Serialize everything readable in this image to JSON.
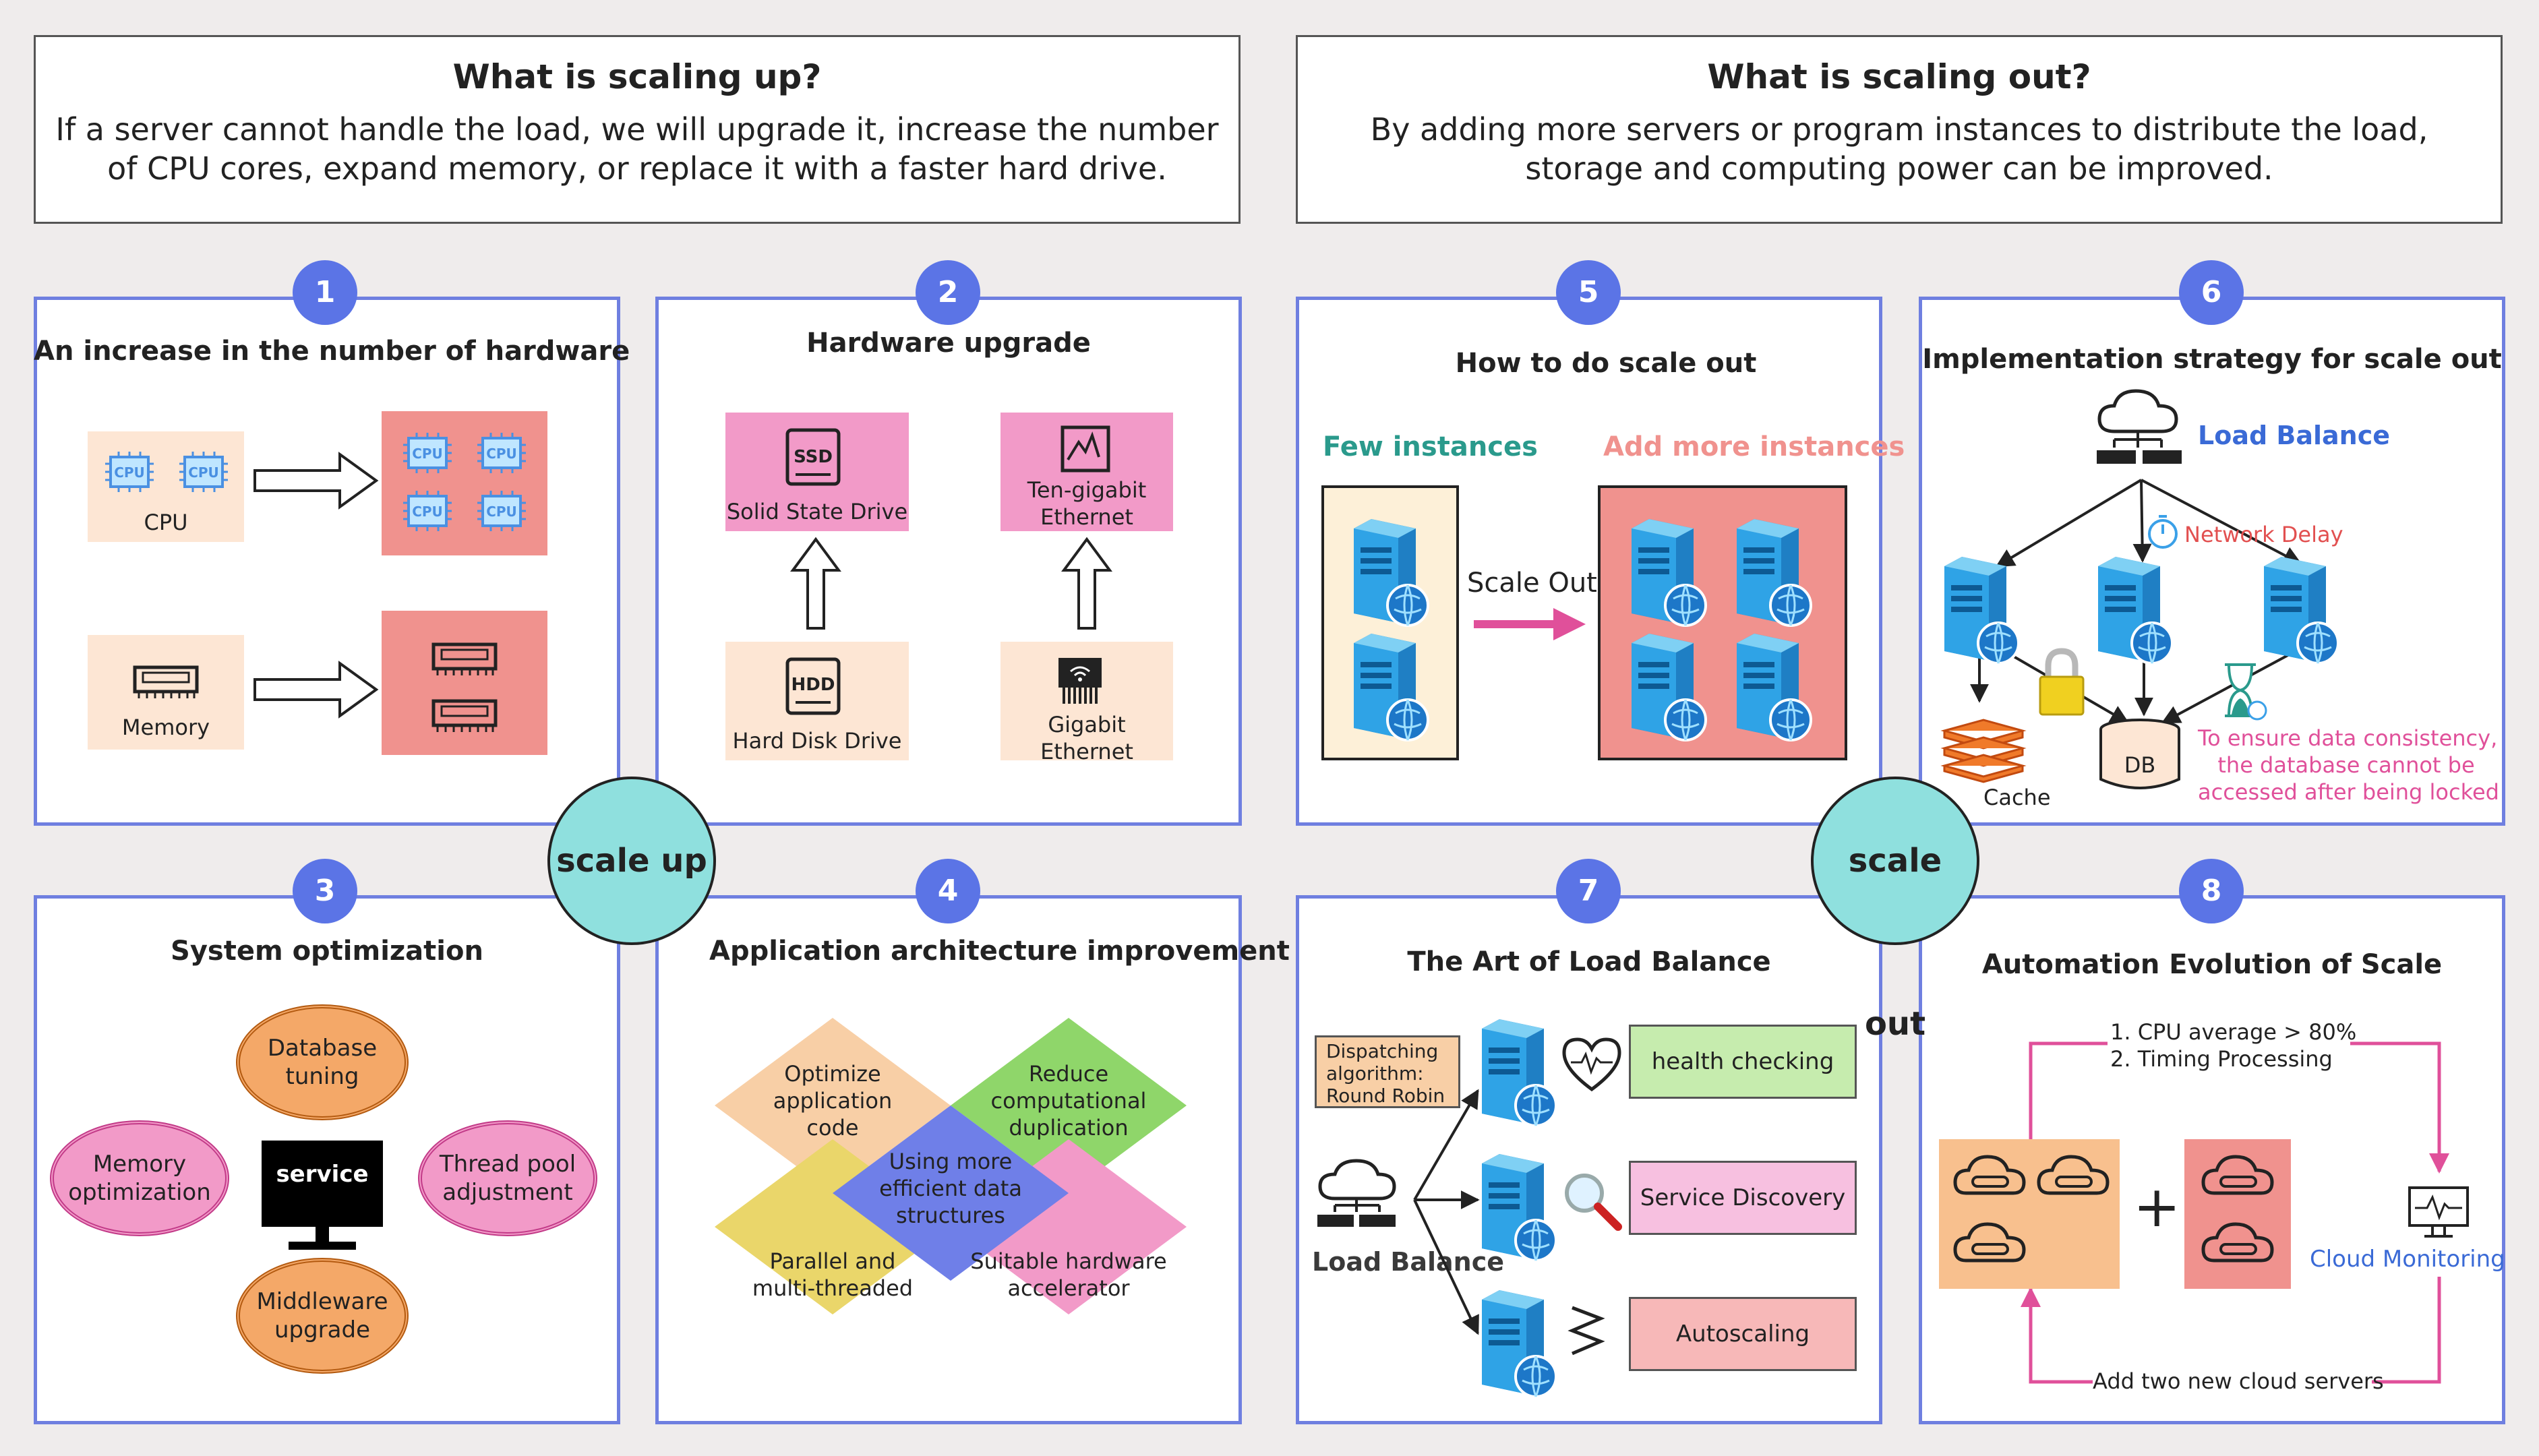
{
  "header_left": {
    "title": "What is scaling up?",
    "line1": "If a server cannot handle the load, we will upgrade it, increase the number",
    "line2": "of CPU cores, expand memory, or replace it with a faster hard drive."
  },
  "header_right": {
    "title": "What is scaling out?",
    "line1": "By adding more servers or program instances to distribute the load,",
    "line2": "storage and computing power can be improved."
  },
  "hub_up": "scale up",
  "hub_out": "scale out",
  "p1": {
    "num": "1",
    "title": "An increase in the number of hardware",
    "cpu": "CPU",
    "memory": "Memory",
    "chip": "CPU"
  },
  "p2": {
    "num": "2",
    "title": "Hardware upgrade",
    "ssd": "Solid State Drive",
    "hdd": "Hard Disk Drive",
    "ten1": "Ten-gigabit",
    "ten2": "Ethernet",
    "gig1": "Gigabit",
    "gig2": "Ethernet",
    "ssd_icon": "SSD",
    "hdd_icon": "HDD"
  },
  "p3": {
    "num": "3",
    "title": "System optimization",
    "db1": "Database",
    "db2": "tuning",
    "mem1": "Memory",
    "mem2": "optimization",
    "service": "service",
    "tp1": "Thread pool",
    "tp2": "adjustment",
    "mw1": "Middleware",
    "mw2": "upgrade"
  },
  "p4": {
    "num": "4",
    "title": "Application architecture improvement",
    "opt1": "Optimize",
    "opt2": "application",
    "opt3": "code",
    "red1": "Reduce",
    "red2": "computational",
    "red3": "duplication",
    "eff1": "Using more",
    "eff2": "efficient data",
    "eff3": "structures",
    "par1": "Parallel and",
    "par2": "multi-threaded",
    "acc1": "Suitable hardware",
    "acc2": "accelerator"
  },
  "p5": {
    "num": "5",
    "title": "How to do scale out",
    "few": "Few instances",
    "more": "Add more instances",
    "arrow": "Scale Out"
  },
  "p6": {
    "num": "6",
    "title": "Implementation strategy for scale out",
    "lb": "Load Balance",
    "delay": "Network Delay",
    "cache": "Cache",
    "db": "DB",
    "note1": "To ensure data consistency,",
    "note2": "the database cannot be",
    "note3": "accessed after being locked"
  },
  "p7": {
    "num": "7",
    "title": "The Art of Load Balance",
    "algo1": "Dispatching",
    "algo2": "algorithm:",
    "algo3": "Round Robin",
    "lb": "Load Balance",
    "hc": "health checking",
    "sd": "Service Discovery",
    "as": "Autoscaling"
  },
  "p8": {
    "num": "8",
    "title": "Automation Evolution of Scale",
    "cond1": "1. CPU average > 80%",
    "cond2": "2. Timing Processing",
    "monitor": "Cloud Monitoring",
    "add": "Add two new cloud servers",
    "plus": "+"
  },
  "colors": {
    "panel_border": "#6f7fe0",
    "badge": "#5b74e6",
    "hub": "#8fe0de",
    "peach": "#fde6d4",
    "salmon": "#f0928e",
    "pink": "#f29ac8",
    "teal": "#2a9a8c",
    "blue_label": "#3a6ad6",
    "red_label": "#e25050",
    "magenta": "#e0509a"
  }
}
